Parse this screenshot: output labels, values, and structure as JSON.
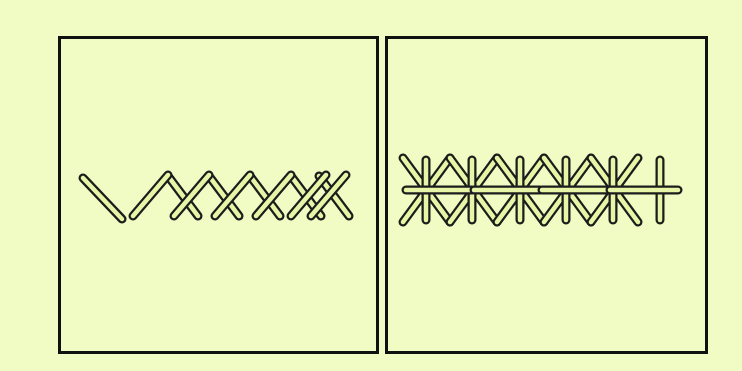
{
  "colors": {
    "background": "#f0fcc4",
    "panel_border": "#111111",
    "stitch_fill": "#e7f6a6",
    "stitch_outline": "#1c1c1c"
  },
  "panels": [
    {
      "name": "herringbone-stitch-panel",
      "stitches": "herringbone"
    },
    {
      "name": "tied-herringbone-stitch-panel",
      "stitches": "tied-herringbone"
    }
  ]
}
